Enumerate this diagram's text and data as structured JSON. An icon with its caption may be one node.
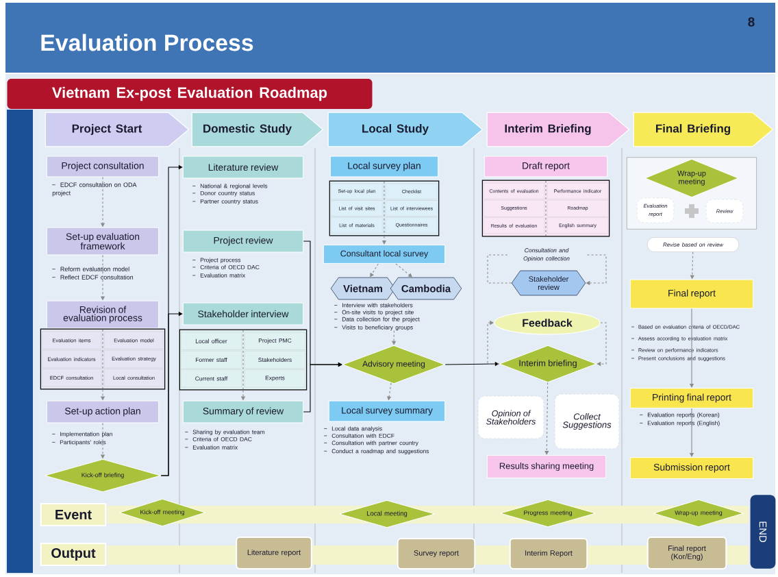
{
  "diagram": {
    "title": "Evaluation Process",
    "nodes": [
      {
        "text": [
          "Vietnam Ex-post Evaluation Roadmap"
        ]
      },
      {
        "text": [
          "Project Start"
        ]
      },
      {
        "text": [
          "Domestic Study"
        ]
      },
      {
        "text": [
          "Local Study"
        ]
      },
      {
        "text": [
          "Interim Briefing"
        ]
      },
      {
        "text": [
          "Final Briefing"
        ]
      },
      {
        "text": [
          "Project consultation"
        ],
        "beside": [
          "EDCF consultation on ODA project"
        ]
      },
      {
        "text": [
          "Set-up evaluation framework"
        ],
        "beside": [
          "Reform evaluation model",
          "Reflect EDCF consultation"
        ]
      },
      {
        "text": [
          "Revision of evaluation process"
        ]
      },
      {
        "text": [
          "Evaluation items",
          "Evaluation model",
          "Evaluation indicators",
          "Evaluation strategy",
          "EDCF consultation",
          "Local consultation"
        ]
      },
      {
        "text": [
          "Set-up action plan"
        ],
        "beside": [
          "Implementation plan",
          "Participants' roles"
        ]
      },
      {
        "text": [
          "Kick-off briefing"
        ]
      },
      {
        "text": [
          "Literature review"
        ],
        "beside": [
          "National & regional levels",
          "Donor country status",
          "Partner country status"
        ]
      },
      {
        "text": [
          "Project review"
        ],
        "beside": [
          "Project process",
          "Criteria of OECD DAC",
          "Evaluation matrix"
        ]
      },
      {
        "text": [
          "Stakeholder interview"
        ]
      },
      {
        "text": [
          "Local officer",
          "Project PMC",
          "Former staff",
          "Stakeholders",
          "Current staff",
          "Experts"
        ]
      },
      {
        "text": [
          "Summary of review"
        ],
        "beside": [
          "Sharing by evaluation team",
          "Criteria of OECD DAC",
          "Evaluation matrix"
        ]
      },
      {
        "text": [
          "Local survey plan"
        ]
      },
      {
        "text": [
          "Set-up local plan",
          "Checklist",
          "List of visit sites",
          "List of interviewees",
          "List of materials",
          "Questionnaires"
        ]
      },
      {
        "text": [
          "Consultant local survey"
        ]
      },
      {
        "text": [
          "Vietnam"
        ]
      },
      {
        "text": [
          "Cambodia"
        ]
      },
      {
        "text": [
          "Advisory meeting"
        ]
      },
      {
        "text": [
          "Local survey summary"
        ],
        "beside": [
          "Local data analysis",
          "Consultation with EDCF",
          "Consultation with partner country",
          "Conduct a roadmap and suggestions"
        ]
      },
      {
        "text": [
          "Draft report"
        ]
      },
      {
        "text": [
          "Contents of evaluation",
          "Performance indicator",
          "Suggestions",
          "Roadmap",
          "Results of evaluation",
          "English summary"
        ]
      },
      {
        "text": [
          "Stakeholder review"
        ]
      },
      {
        "text": [
          "Feedback"
        ]
      },
      {
        "text": [
          "Interim briefing"
        ]
      },
      {
        "text": [
          "Opinion of Stakeholders"
        ]
      },
      {
        "text": [
          "Collect Suggestions"
        ]
      },
      {
        "text": [
          "Results sharing meeting"
        ]
      },
      {
        "text": [],
        "shape": "box"
      },
      {
        "text": [
          "Wrap-up meeting"
        ],
        "in": 32
      },
      {
        "text": [
          "Evaluation report"
        ],
        "in": 32
      },
      {
        "text": [
          "Review"
        ],
        "in": 32
      },
      {
        "text": [
          "Revise based on review"
        ]
      },
      {
        "text": [
          "Final report"
        ],
        "beside": [
          "Based on evaluation criteria of OECD/DAC",
          "Assess according to evaluation matrix",
          "Review on performance indicators",
          "Present conclusions and suggestions"
        ]
      },
      {
        "text": [
          "Printing final report"
        ],
        "beside": [
          "Evaluation reports (Korean)",
          "Evaluation reports (English)"
        ]
      },
      {
        "text": [
          "Submission report"
        ]
      },
      {
        "text": [
          "Event"
        ]
      },
      {
        "text": [
          "Output"
        ]
      },
      {
        "text": [
          "Kick-off meeting"
        ]
      },
      {
        "text": [
          "Local meeting"
        ]
      },
      {
        "text": [
          "Progress meeting"
        ]
      },
      {
        "text": [
          "Wrap-up meeting"
        ]
      },
      {
        "text": [
          "Literature report"
        ]
      },
      {
        "text": [
          "Survey report"
        ]
      },
      {
        "text": [
          "Interim Report"
        ]
      },
      {
        "text": [
          "Final report (Kor/Eng)"
        ]
      },
      {
        "text": [
          "END"
        ]
      },
      {
        "text": [],
        "shape": "bar"
      },
      {
        "text": [],
        "shape": "bar"
      },
      {
        "text": [
          "Interview with stakeholders",
          "On-site visits to project site",
          "Data collection for the project",
          "Visits to beneficiary groups"
        ]
      }
    ],
    "edges": [
      {
        "from": 6,
        "to": 7,
        "arrow": "to",
        "style": "dashed"
      },
      {
        "from": 7,
        "to": 8,
        "arrow": "to",
        "style": "dashed"
      },
      {
        "from": 9,
        "to": 10,
        "arrow": "to",
        "style": "dashed"
      },
      {
        "from": 10,
        "to": 11,
        "arrow": "to",
        "style": "dashed"
      },
      {
        "from": 11,
        "to": 12,
        "arrow": "to",
        "color": "#000000"
      },
      {
        "from": 11,
        "to": 14,
        "arrow": "to",
        "color": "#000000"
      },
      {
        "from": 13,
        "to": 22,
        "arrow": "to",
        "color": "#000000"
      },
      {
        "from": 16,
        "to": 22,
        "arrow": "to",
        "color": "#000000"
      },
      {
        "from": 15,
        "to": 16,
        "arrow": "to",
        "style": "dashed"
      },
      {
        "from": 22,
        "to": 28,
        "arrow": "to",
        "color": "#000000"
      },
      {
        "from": 18,
        "to": 19,
        "arrow": "to",
        "style": "dashed"
      },
      {
        "from": 19,
        "to": 20,
        "arrow": "to",
        "style": "dashed"
      },
      {
        "from": 19,
        "to": 21,
        "arrow": "to",
        "style": "dashed"
      },
      {
        "from": 53,
        "to": 22,
        "arrow": "to",
        "style": "dashed"
      },
      {
        "from": 22,
        "to": 23,
        "arrow": "to",
        "style": "dashed"
      },
      {
        "from": 26,
        "to": 26,
        "arrow": "to",
        "style": "dashed",
        "label": "Consultation and Opinion collection"
      },
      {
        "from": 28,
        "to": 27,
        "arrow": "to",
        "style": "dashed"
      },
      {
        "from": 27,
        "to": 28,
        "arrow": "to",
        "style": "dashed"
      },
      {
        "from": 28,
        "to": 31,
        "arrow": "to",
        "style": "dashed"
      },
      {
        "from": 36,
        "to": 37,
        "arrow": "to",
        "style": "dashed"
      },
      {
        "from": 37,
        "to": 38,
        "arrow": "to"
      },
      {
        "from": 38,
        "to": 39,
        "arrow": "to"
      }
    ],
    "labels": [
      "8"
    ]
  }
}
